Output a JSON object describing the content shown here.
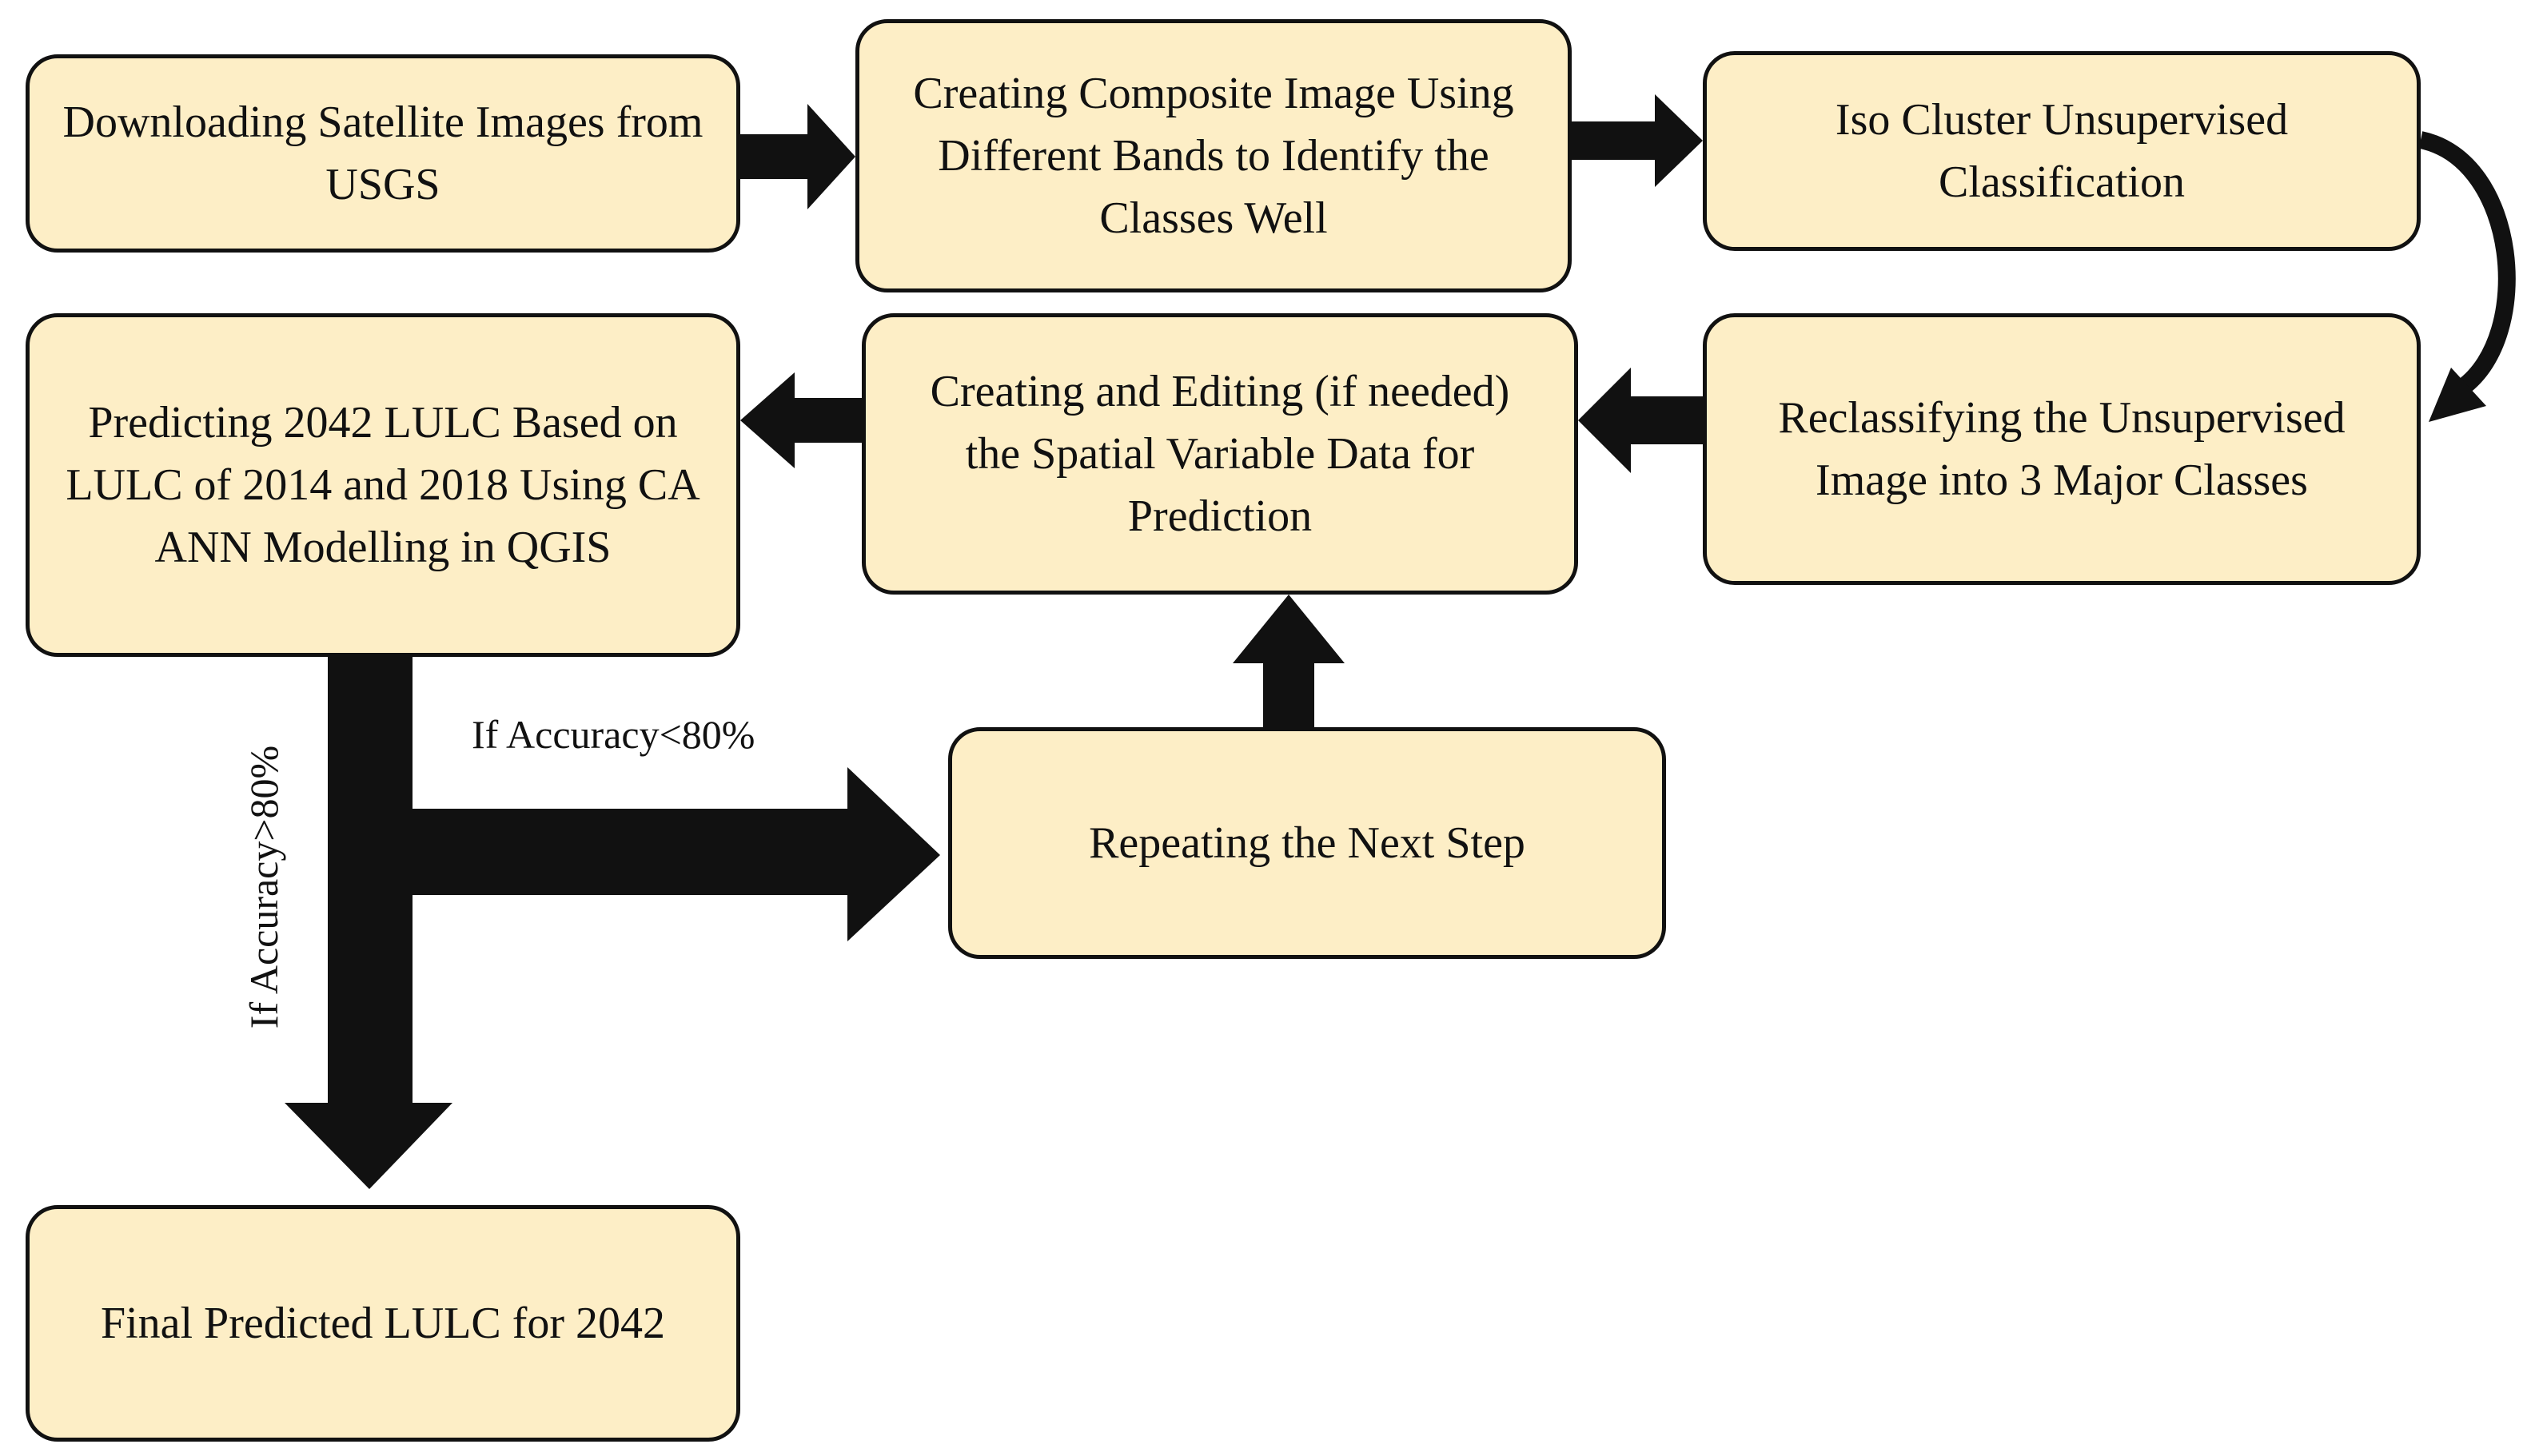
{
  "steps": {
    "download": "Downloading Satellite Images from USGS",
    "composite": "Creating Composite Image Using Different Bands to Identify the Classes Well",
    "iso_cluster": "Iso Cluster Unsupervised Classification",
    "reclassify": "Reclassifying the Unsupervised Image into 3 Major Classes",
    "spatial_variable": "Creating and Editing (if needed) the Spatial Variable Data for Prediction",
    "predict": "Predicting 2042 LULC Based on LULC of 2014 and 2018 Using CA ANN Modelling in QGIS",
    "repeat": "Repeating the Next Step",
    "final": "Final Predicted LULC for 2042"
  },
  "conditions": {
    "accuracy_low": "If Accuracy<80%",
    "accuracy_high": "If Accuracy>80%"
  },
  "colors": {
    "box_fill": "#fdeec6",
    "stroke": "#111111"
  }
}
